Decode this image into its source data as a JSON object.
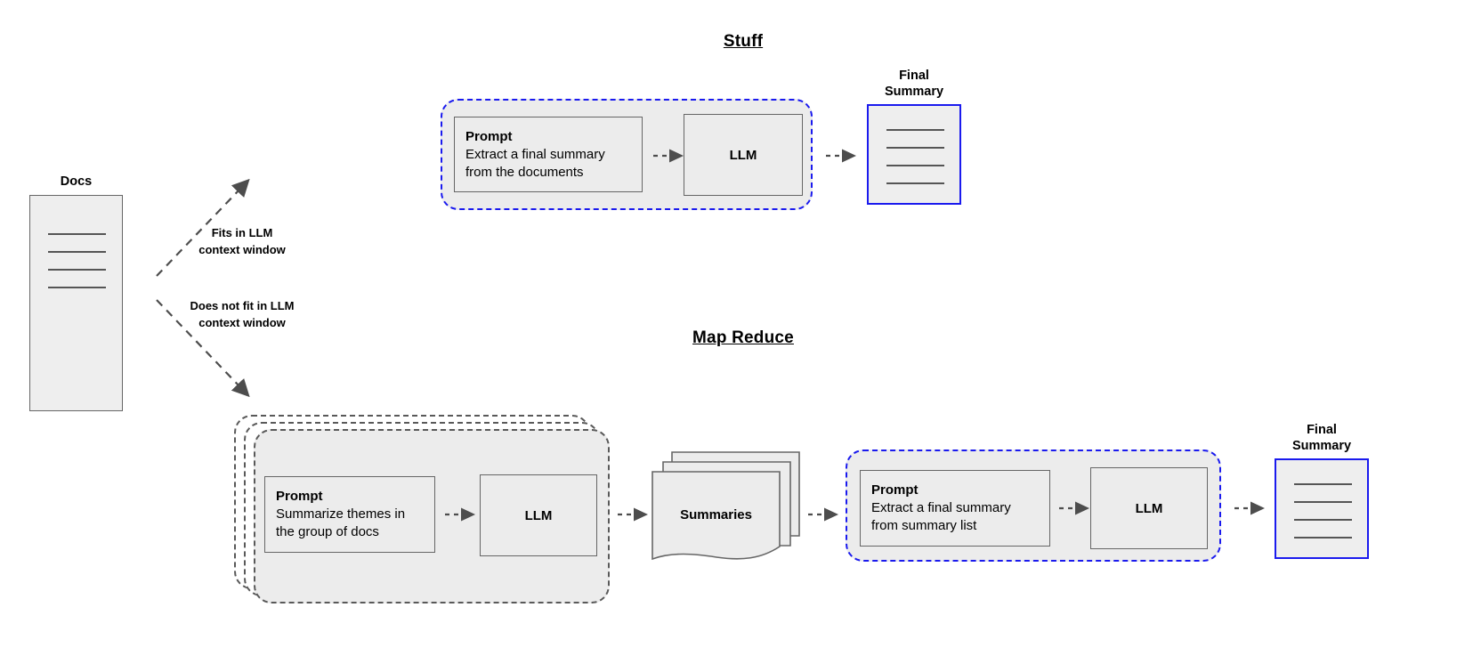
{
  "diagram": {
    "title_stuff": "Stuff",
    "title_map_reduce": "Map Reduce",
    "docs_label": "Docs",
    "edge_fits": "Fits in LLM\ncontext window",
    "edge_fits_line1": "Fits in LLM",
    "edge_fits_line2": "context window",
    "edge_nofit_line1": "Does not fit in LLM",
    "edge_nofit_line2": "context window",
    "final_summary_line1": "Final",
    "final_summary_line2": "Summary",
    "summaries_label": "Summaries",
    "llm_label": "LLM",
    "prompt_heading": "Prompt",
    "stuff_prompt_line1": "Extract a final summary",
    "stuff_prompt_line2": "from the documents",
    "map_prompt_line1": "Summarize themes in",
    "map_prompt_line2": "the group of docs",
    "reduce_prompt_line1": "Extract a final summary",
    "reduce_prompt_line2": "from summary list"
  },
  "colors": {
    "accent_blue": "#1a1aee",
    "box_gray_border": "#666666",
    "box_fill": "#ececec",
    "doc_fill": "#eeeeee",
    "dashed_gray": "#595959",
    "arrow_gray": "#4d4d4d",
    "text": "#000000"
  },
  "icons": {
    "arrow": "arrow-right-icon",
    "dashed_arrow": "dashed-arrow-icon"
  }
}
